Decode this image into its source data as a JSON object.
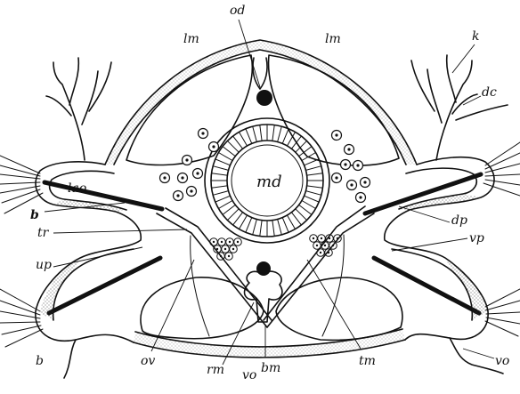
{
  "figure": {
    "labels": {
      "od": "od",
      "lm_left": "lm",
      "lm_right": "lm",
      "k": "k",
      "dc": "dc",
      "md": "md",
      "lao": "lao",
      "b_left_upper": "b",
      "tr": "tr",
      "dp": "dp",
      "vp": "vp",
      "up": "up",
      "b_left_lower": "b",
      "ov": "ov",
      "rm": "rm",
      "vo_center": "vo",
      "bm": "bm",
      "tm": "tm",
      "vo_right": "vo"
    }
  }
}
